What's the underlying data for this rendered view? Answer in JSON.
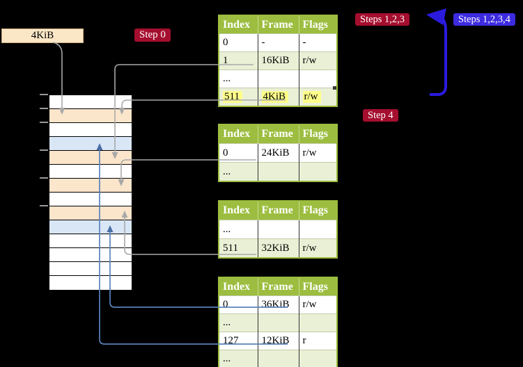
{
  "diagram_title": "page-table-walk",
  "legend_box": {
    "label": "4KiB"
  },
  "badges": [
    {
      "id": "step0",
      "label": "Step 0",
      "color": "#A50E2E"
    },
    {
      "id": "steps123",
      "label": "Steps 1,2,3",
      "color": "#A50E2E"
    },
    {
      "id": "steps1234",
      "label": "Steps 1,2,3,4",
      "color": "#3D2BE0"
    },
    {
      "id": "step4",
      "label": "Step 4",
      "color": "#A50E2E"
    }
  ],
  "tables": [
    {
      "name": "page-table-level-1",
      "headers": [
        "Index",
        "Frame",
        "Flags"
      ],
      "rows": [
        {
          "cells": [
            "0",
            "-",
            "-"
          ]
        },
        {
          "cells": [
            "1",
            "16KiB",
            "r/w"
          ]
        },
        {
          "cells": [
            "...",
            "",
            ""
          ]
        },
        {
          "cells": [
            "511",
            "4KiB",
            "r/w"
          ],
          "highlight": true
        }
      ]
    },
    {
      "name": "page-table-level-2",
      "headers": [
        "Index",
        "Frame",
        "Flags"
      ],
      "rows": [
        {
          "cells": [
            "0",
            "24KiB",
            "r/w"
          ]
        },
        {
          "cells": [
            "...",
            "",
            ""
          ]
        }
      ]
    },
    {
      "name": "page-table-level-3",
      "headers": [
        "Index",
        "Frame",
        "Flags"
      ],
      "rows": [
        {
          "cells": [
            "...",
            "",
            ""
          ]
        },
        {
          "cells": [
            "511",
            "32KiB",
            "r/w"
          ]
        }
      ]
    },
    {
      "name": "page-table-level-4",
      "headers": [
        "Index",
        "Frame",
        "Flags"
      ],
      "rows": [
        {
          "cells": [
            "0",
            "36KiB",
            "r/w"
          ]
        },
        {
          "cells": [
            "...",
            "",
            ""
          ]
        },
        {
          "cells": [
            "127",
            "12KiB",
            "r"
          ]
        },
        {
          "cells": [
            "...",
            "",
            ""
          ]
        }
      ]
    }
  ],
  "memory": {
    "rows": [
      "white",
      "wheat",
      "white",
      "blue",
      "wheat",
      "white",
      "wheat",
      "white",
      "wheat",
      "blue",
      "white",
      "white",
      "white",
      "white"
    ],
    "frame_size_label": "4KiB"
  },
  "colors": {
    "table_header_bg": "#9CBD3F",
    "table_row_alt_bg": "#EAF0D6",
    "row_highlight": "#FFFF8A",
    "memory_wheat": "#FBE5CB",
    "memory_blue": "#D9E6F6",
    "badge_red": "#A50E2E",
    "badge_blue": "#3D2BE0",
    "arrow_gray": "#A9A9A9",
    "arrow_steelblue": "#5B82BB",
    "arrow_loop_blue": "#2B1BDF"
  }
}
